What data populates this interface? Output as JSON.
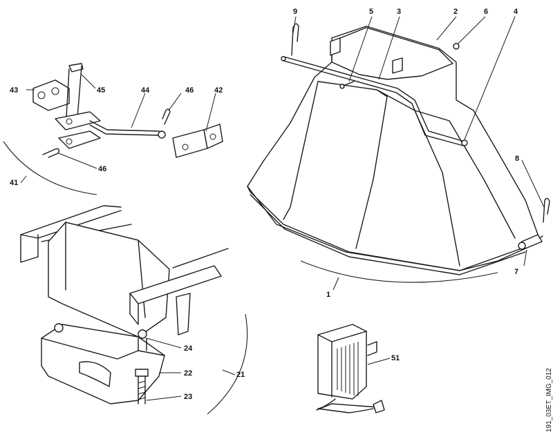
{
  "doc_id": "191_03ET_IMG_012",
  "callouts": [
    {
      "id": "c9",
      "text": "9"
    },
    {
      "id": "c5",
      "text": "5"
    },
    {
      "id": "c3",
      "text": "3"
    },
    {
      "id": "c2",
      "text": "2"
    },
    {
      "id": "c6",
      "text": "6"
    },
    {
      "id": "c4",
      "text": "4"
    },
    {
      "id": "c8",
      "text": "8"
    },
    {
      "id": "c7",
      "text": "7"
    },
    {
      "id": "c1",
      "text": "1"
    },
    {
      "id": "c43",
      "text": "43"
    },
    {
      "id": "c45",
      "text": "45"
    },
    {
      "id": "c44",
      "text": "44"
    },
    {
      "id": "c46a",
      "text": "46"
    },
    {
      "id": "c42",
      "text": "42"
    },
    {
      "id": "c46b",
      "text": "46"
    },
    {
      "id": "c41",
      "text": "41"
    },
    {
      "id": "c24",
      "text": "24"
    },
    {
      "id": "c22",
      "text": "22"
    },
    {
      "id": "c21",
      "text": "21"
    },
    {
      "id": "c23",
      "text": "23"
    },
    {
      "id": "c51",
      "text": "51"
    }
  ]
}
